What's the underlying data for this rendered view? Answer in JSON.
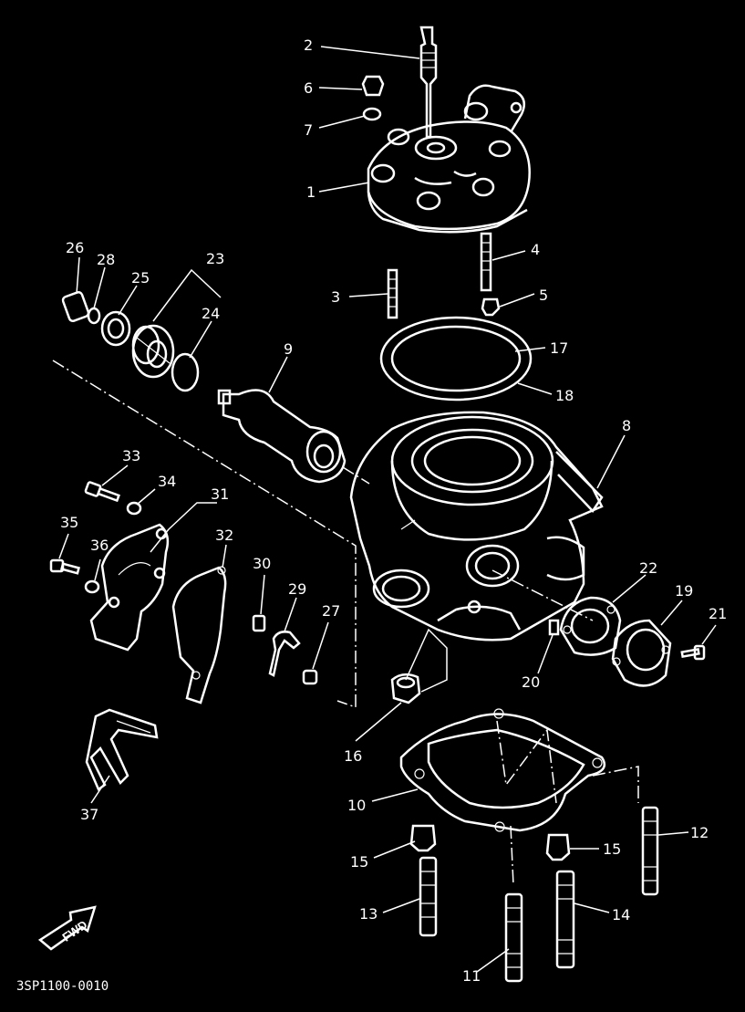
{
  "diagram": {
    "code": "3SP1100-0010",
    "direction": "FWD",
    "labels": {
      "p1": "1",
      "p2": "2",
      "p3": "3",
      "p4": "4",
      "p5": "5",
      "p6": "6",
      "p7": "7",
      "p8": "8",
      "p9": "9",
      "p10": "10",
      "p11": "11",
      "p12": "12",
      "p13": "13",
      "p14": "14",
      "p15a": "15",
      "p15b": "15",
      "p16": "16",
      "p17": "17",
      "p18": "18",
      "p19": "19",
      "p20": "20",
      "p21": "21",
      "p22": "22",
      "p23": "23",
      "p24": "24",
      "p25": "25",
      "p26": "26",
      "p27": "27",
      "p28": "28",
      "p29": "29",
      "p30": "30",
      "p31": "31",
      "p32": "32",
      "p33": "33",
      "p34": "34",
      "p35": "35",
      "p36": "36",
      "p37": "37"
    }
  },
  "colors": {
    "background": "#000000",
    "ink": "#ffffff"
  }
}
